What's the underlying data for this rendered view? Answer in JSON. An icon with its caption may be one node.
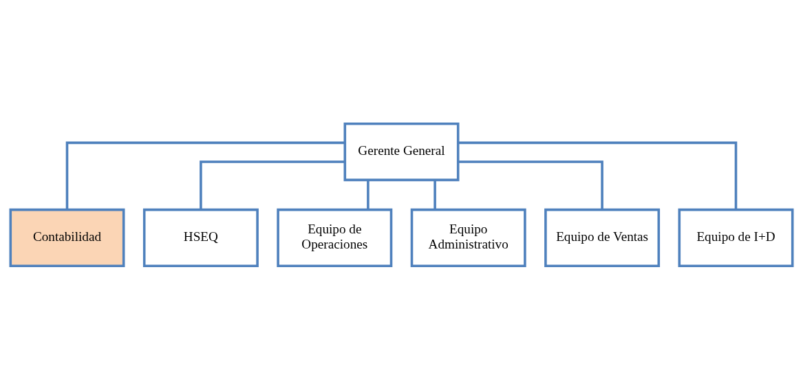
{
  "diagram": {
    "nodes": [
      {
        "text": [
          "Gerente General"
        ]
      },
      {
        "text": [
          "Contabilidad"
        ]
      },
      {
        "text": [
          "HSEQ"
        ]
      },
      {
        "text": [
          "Equipo de Operaciones"
        ]
      },
      {
        "text": [
          "Equipo Administrativo"
        ]
      },
      {
        "text": [
          "Equipo de Ventas"
        ]
      },
      {
        "text": [
          "Equipo de I+D"
        ]
      }
    ],
    "edges": [
      {
        "from": 0,
        "to": 1,
        "arrow": "none"
      },
      {
        "from": 0,
        "to": 2,
        "arrow": "none"
      },
      {
        "from": 0,
        "to": 3,
        "arrow": "none"
      },
      {
        "from": 0,
        "to": 4,
        "arrow": "none"
      },
      {
        "from": 0,
        "to": 5,
        "arrow": "none"
      },
      {
        "from": 0,
        "to": 6,
        "arrow": "none"
      }
    ]
  }
}
